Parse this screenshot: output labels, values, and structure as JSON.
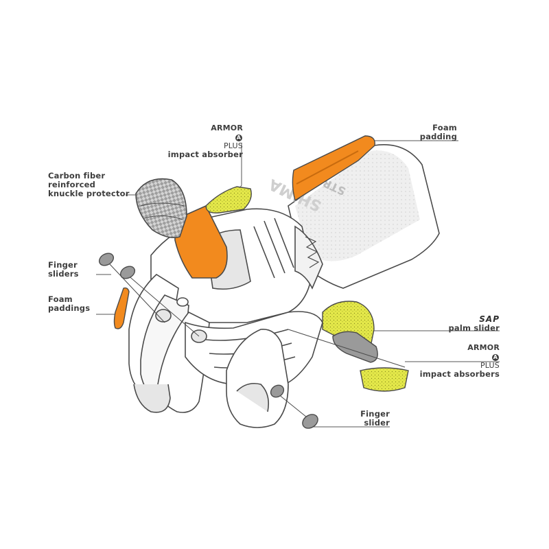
{
  "colors": {
    "orange": "#f28a1e",
    "yellow": "#e4e84a",
    "outline": "#4a4a4a",
    "glove_fill": "#ffffff",
    "gray_fill": "#e6e6e6",
    "text": "#3d3d3d"
  },
  "glove": {
    "cuff_print": "SHIMA",
    "model_print": "STR-2"
  },
  "labels": {
    "armor_top": {
      "brand_left": "ARMOR",
      "brand_mid": "A",
      "brand_right": "PLUS",
      "text": "impact absorber"
    },
    "foam_padding": {
      "line1": "Foam",
      "line2": "padding"
    },
    "carbon": {
      "line1": "Carbon fiber",
      "line2": "reinforced",
      "line3": "knuckle protector"
    },
    "finger_sliders": {
      "line1": "Finger",
      "line2": "sliders"
    },
    "foam_paddings": {
      "line1": "Foam",
      "line2": "paddings"
    },
    "palm_slider": {
      "brand": "SAP",
      "text": "palm slider"
    },
    "armor_right": {
      "brand_left": "ARMOR",
      "brand_mid": "A",
      "brand_right": "PLUS",
      "text": "impact absorbers"
    },
    "finger_slider": {
      "line1": "Finger",
      "line2": "slider"
    }
  }
}
